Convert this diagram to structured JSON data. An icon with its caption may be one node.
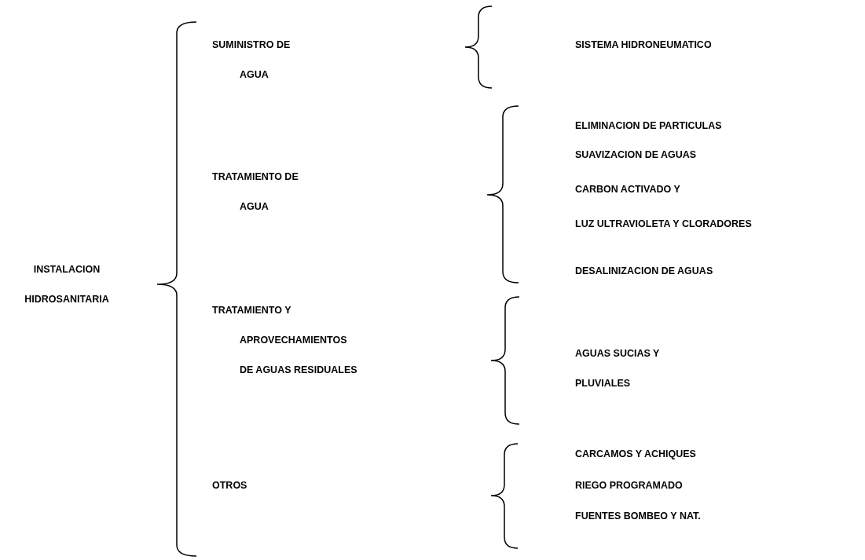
{
  "diagram": {
    "labels": [
      "INSTALACION HIDROSANITARIA",
      "SUMINISTRO DE AGUA",
      "SISTEMA HIDRONEUMATICO",
      "TRATAMIENTO DE AGUA",
      "ELIMINACION DE PARTICULAS",
      "SUAVIZACION DE AGUAS",
      "CARBON ACTIVADO Y",
      "LUZ ULTRAVIOLETA Y CLORADORES",
      "DESALINIZACION DE AGUAS",
      "TRATAMIENTO Y APROVECHAMIENTOS DE AGUAS RESIDUALES",
      "AGUAS SUCIAS Y PLUVIALES",
      "OTROS",
      "CARCAMOS Y ACHIQUES",
      "RIEGO PROGRAMADO",
      "FUENTES BOMBEO Y NAT."
    ]
  }
}
